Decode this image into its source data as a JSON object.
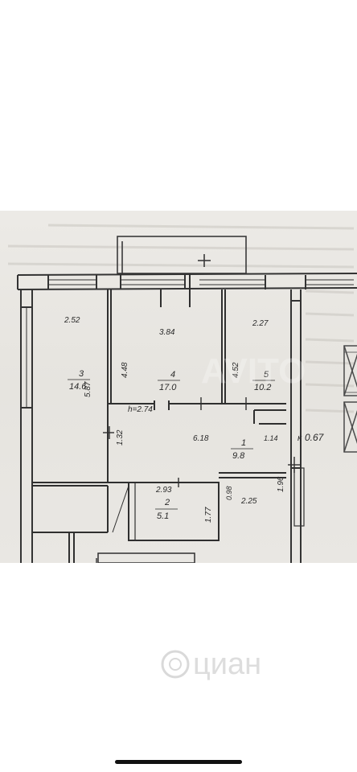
{
  "plan": {
    "rooms": [
      {
        "number": "3",
        "area": "14.6"
      },
      {
        "number": "4",
        "area": "17.0"
      },
      {
        "number": "5",
        "area": "10.2"
      },
      {
        "number": "1",
        "area": "9.8"
      },
      {
        "number": "2",
        "area": "5.1"
      }
    ],
    "dimensions": [
      "2.52",
      "3.84",
      "2.27",
      "5.87",
      "4.48",
      "4.52",
      "6.18",
      "1.14",
      "1.32",
      "2.93",
      "1.77",
      "0.98",
      "2.25",
      "1.96",
      "0.67"
    ],
    "ceiling_height": "h=2.74",
    "marker": "к"
  },
  "colors": {
    "background": "#ffffff",
    "paper": "#e8e6e1",
    "ink": "#2a2a2a"
  },
  "watermarks": [
    "AVITO",
    "циан"
  ]
}
